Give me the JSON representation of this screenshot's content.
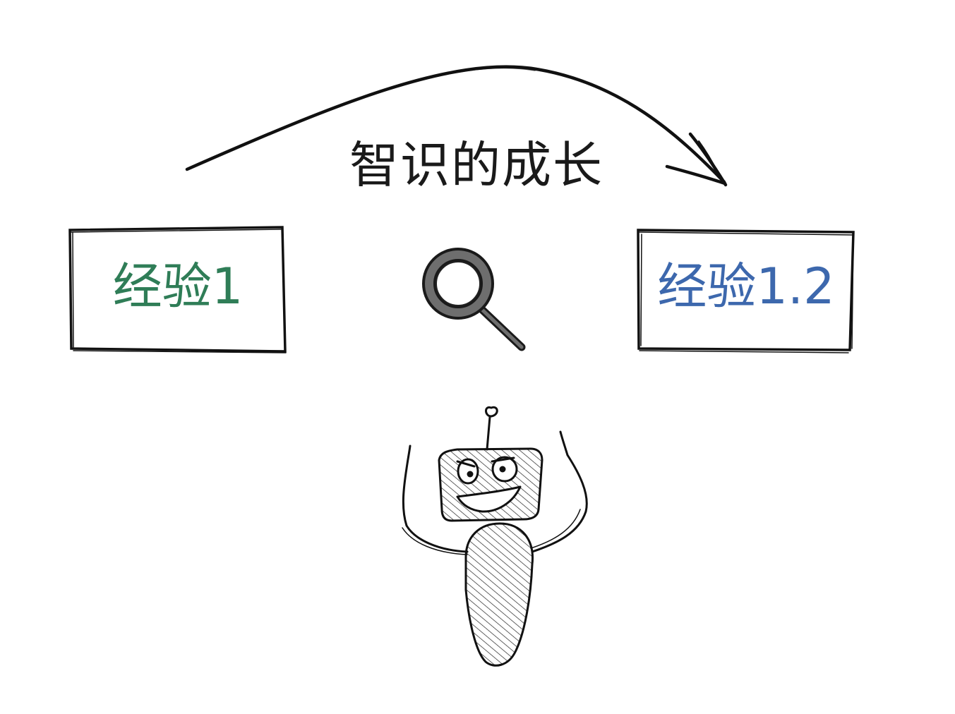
{
  "diagram": {
    "caption": "智识的成长",
    "source_node": {
      "label": "经验1",
      "color": "#2f7d57"
    },
    "target_node": {
      "label": "经验1.2",
      "color": "#3d68ad"
    },
    "icons": {
      "inspect": "magnifier-icon",
      "agent": "robot-icon"
    },
    "colors": {
      "ink": "#111111",
      "magnifier_ring": "#6e6e6e"
    }
  }
}
